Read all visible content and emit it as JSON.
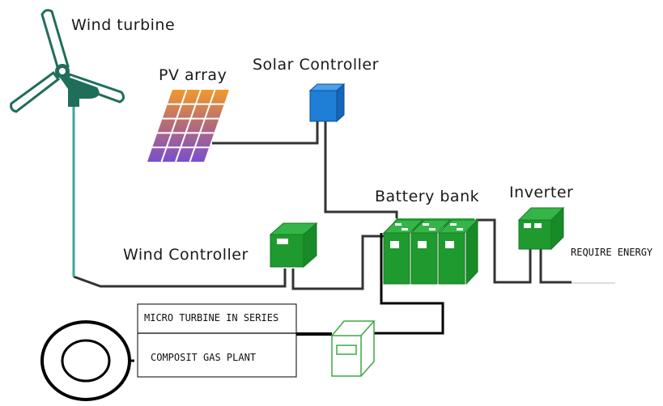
{
  "diagram": {
    "labels": {
      "wind_turbine": "Wind turbine",
      "pv_array": "PV array",
      "solar_controller": "Solar Controller",
      "battery_bank": "Battery bank",
      "inverter": "Inverter",
      "wind_controller": "Wind Controller",
      "require_energy": "REQUIRE ENERGY",
      "micro_turbine": "MICRO TURBINE IN SERIES",
      "gas_plant": "COMPOSIT GAS PLANT"
    },
    "colors": {
      "turbine": "#1f6e5a",
      "turbine_pole": "#3aa89a",
      "controller_blue": "#1f7fd6",
      "equipment_green": "#1f9a2e",
      "outline_green": "#3aa845",
      "pv_top": "#f0962a",
      "pv_bottom": "#7a4fcf"
    },
    "components": [
      {
        "id": "wind-turbine",
        "label_key": "wind_turbine"
      },
      {
        "id": "pv-array",
        "label_key": "pv_array"
      },
      {
        "id": "solar-controller",
        "label_key": "solar_controller"
      },
      {
        "id": "battery-bank",
        "label_key": "battery_bank"
      },
      {
        "id": "inverter",
        "label_key": "inverter"
      },
      {
        "id": "wind-controller",
        "label_key": "wind_controller"
      },
      {
        "id": "micro-turbine-box",
        "label_key": "micro_turbine"
      },
      {
        "id": "gas-plant",
        "label_key": "gas_plant"
      },
      {
        "id": "micro-turbine-controller"
      }
    ],
    "connections": [
      [
        "pv-array",
        "solar-controller"
      ],
      [
        "solar-controller",
        "battery-bank"
      ],
      [
        "wind-turbine",
        "wind-controller"
      ],
      [
        "wind-controller",
        "battery-bank"
      ],
      [
        "battery-bank",
        "inverter"
      ],
      [
        "inverter",
        "require-energy"
      ],
      [
        "gas-plant",
        "micro-turbine-box"
      ],
      [
        "micro-turbine-box",
        "micro-turbine-controller"
      ],
      [
        "micro-turbine-controller",
        "battery-bank"
      ]
    ]
  }
}
